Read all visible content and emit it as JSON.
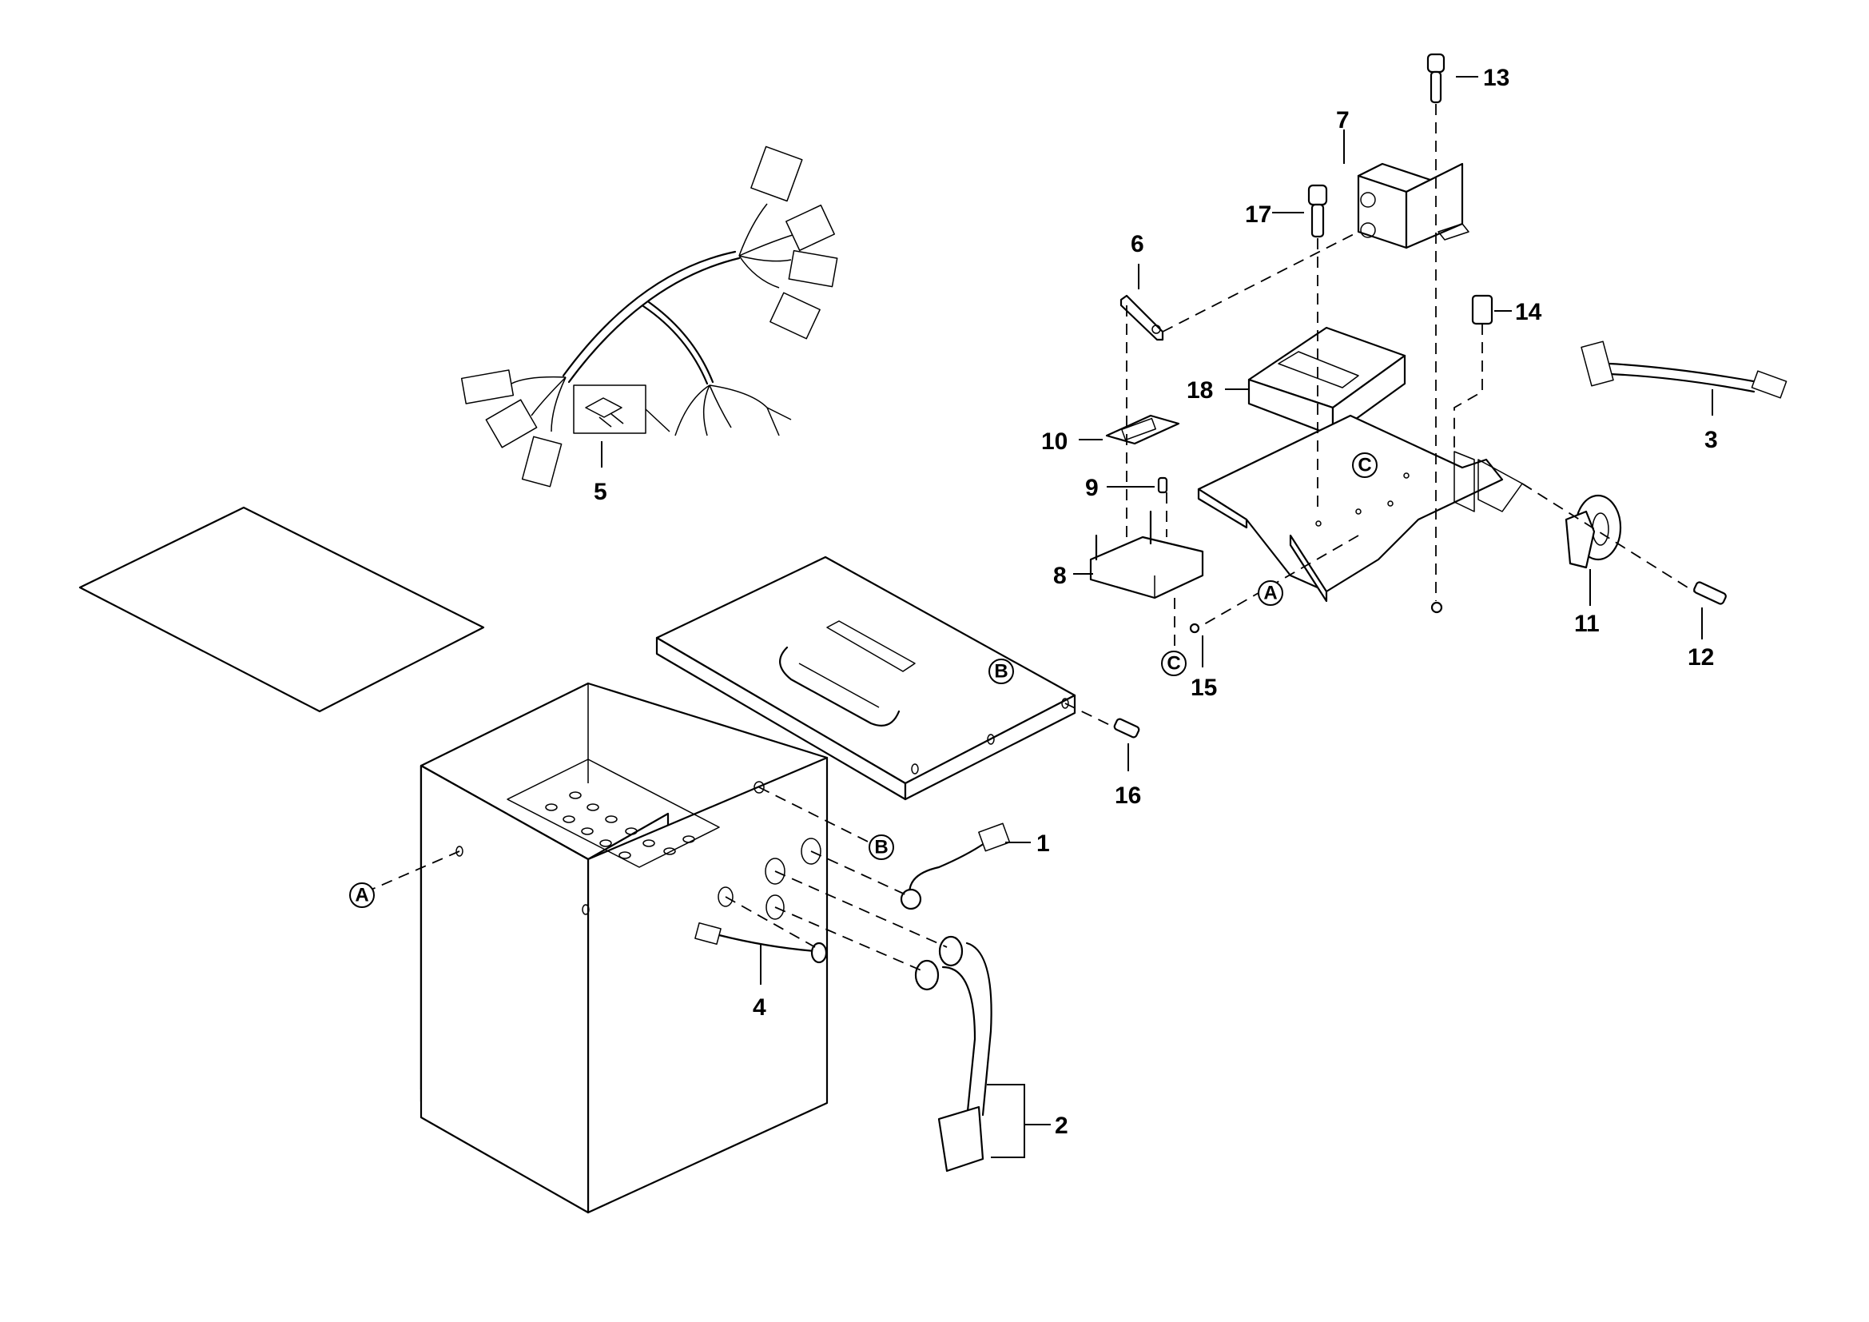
{
  "diagram": {
    "type": "exploded-parts-view",
    "part_callouts": [
      {
        "id": "1",
        "part": "cable-with-connector-and-grommet"
      },
      {
        "id": "2",
        "part": "dual-cable-power-connector-assembly"
      },
      {
        "id": "3",
        "part": "cable-with-connectors"
      },
      {
        "id": "4",
        "part": "cable-with-connector-and-flange"
      },
      {
        "id": "5",
        "part": "wire-harness-with-blade-fuse"
      },
      {
        "id": "6",
        "part": "fuse-strip"
      },
      {
        "id": "7",
        "part": "contactor"
      },
      {
        "id": "8",
        "part": "terminal-block"
      },
      {
        "id": "9",
        "part": "flat-head-screw"
      },
      {
        "id": "10",
        "part": "fuse-strip"
      },
      {
        "id": "11",
        "part": "current-sensor"
      },
      {
        "id": "12",
        "part": "socket-head-screw"
      },
      {
        "id": "13",
        "part": "socket-head-screw"
      },
      {
        "id": "14",
        "part": "spacer-nut"
      },
      {
        "id": "15",
        "part": "small-screw"
      },
      {
        "id": "16",
        "part": "flat-head-screw"
      },
      {
        "id": "17",
        "part": "socket-head-screw"
      },
      {
        "id": "18",
        "part": "controller-module"
      }
    ],
    "reference_markers": [
      {
        "letter": "A",
        "meaning": "mounting-point-link"
      },
      {
        "letter": "A",
        "meaning": "mounting-point-link"
      },
      {
        "letter": "B",
        "meaning": "lid-mounting-link"
      },
      {
        "letter": "B",
        "meaning": "lid-mounting-link"
      },
      {
        "letter": "C",
        "meaning": "terminal-block-link"
      },
      {
        "letter": "C",
        "meaning": "terminal-block-link"
      }
    ],
    "components_unlabeled": [
      "insulating-sheet",
      "battery-box",
      "battery-lid-with-handle",
      "mounting-plate"
    ]
  }
}
